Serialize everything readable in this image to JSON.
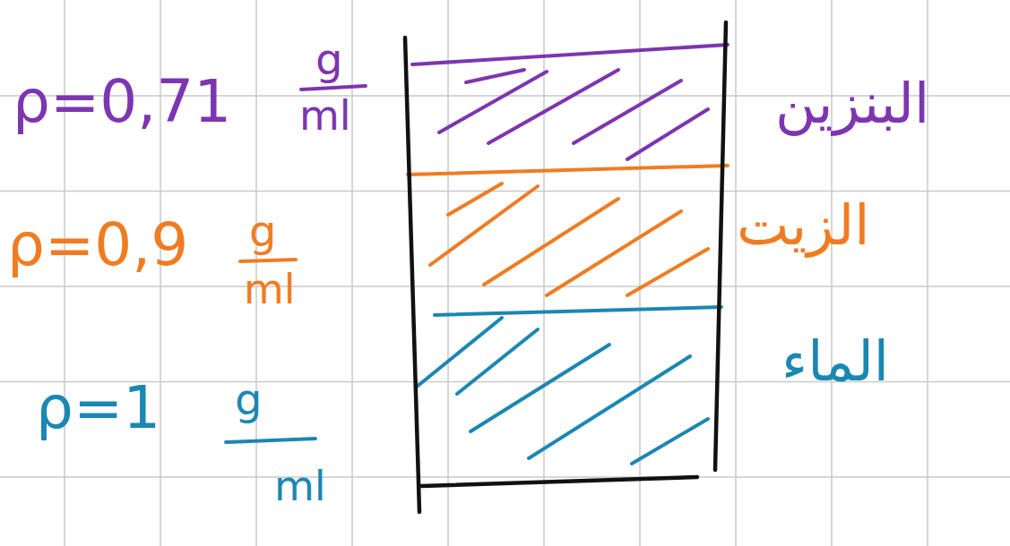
{
  "diagram": {
    "labels": [
      "ρ=0,71",
      "g",
      "ml",
      "البنزين",
      "ρ=0,9",
      "g",
      "ml",
      "الزيت",
      "ρ=1",
      "g",
      "ml",
      "الماء"
    ]
  }
}
